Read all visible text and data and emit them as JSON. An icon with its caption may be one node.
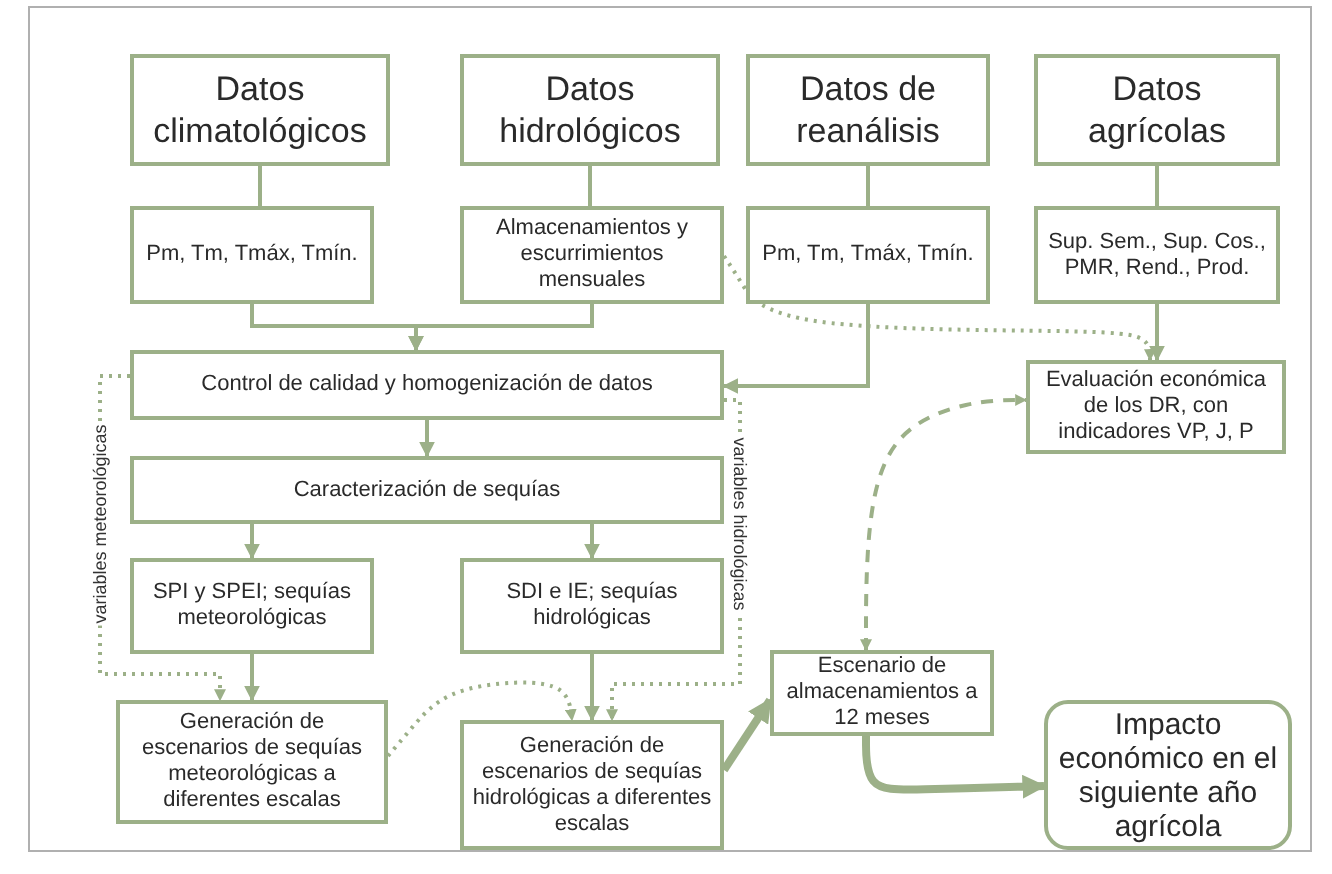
{
  "diagram": {
    "nodes": [
      {
        "text": [
          "Datos climatológicos"
        ]
      },
      {
        "text": [
          "Datos hidrológicos"
        ]
      },
      {
        "text": [
          "Datos de reanálisis"
        ]
      },
      {
        "text": [
          "Datos agrícolas"
        ]
      },
      {
        "text": [
          "Pm, Tm, Tmáx, Tmín."
        ]
      },
      {
        "text": [
          "Almacenamientos y escurrimientos mensuales"
        ]
      },
      {
        "text": [
          "Pm, Tm, Tmáx, Tmín."
        ]
      },
      {
        "text": [
          "Sup. Sem., Sup. Cos., PMR, Rend., Prod."
        ]
      },
      {
        "text": [
          "Control de calidad y homogenización de datos"
        ]
      },
      {
        "text": [
          "Evaluación económica de los DR, con indicadores VP, J, P"
        ]
      },
      {
        "text": [
          "Caracterización de sequías"
        ]
      },
      {
        "text": [
          "SPI y SPEI; sequías meteorológicas"
        ]
      },
      {
        "text": [
          "SDI e IE; sequías hidrológicas"
        ]
      },
      {
        "text": [
          "Generación de escenarios de sequías meteorológicas a diferentes escalas"
        ]
      },
      {
        "text": [
          "Generación de escenarios de sequías hidrológicas a diferentes escalas"
        ]
      },
      {
        "text": [
          "Escenario de almacenamientos a 12 meses"
        ]
      },
      {
        "text": [
          "Impacto económico en el siguiente año agrícola"
        ]
      }
    ],
    "edges": [
      {
        "from": 0,
        "to": 4,
        "arrow": "none"
      },
      {
        "from": 1,
        "to": 5,
        "arrow": "none"
      },
      {
        "from": 2,
        "to": 6,
        "arrow": "none"
      },
      {
        "from": 3,
        "to": 7,
        "arrow": "none"
      },
      {
        "from": 4,
        "to": 8,
        "arrow": "to"
      },
      {
        "from": 5,
        "to": 8,
        "arrow": "to"
      },
      {
        "from": 6,
        "to": 8,
        "arrow": "to"
      },
      {
        "from": 7,
        "to": 9,
        "arrow": "to"
      },
      {
        "from": 5,
        "to": 9,
        "arrow": "to",
        "style": "dashed"
      },
      {
        "from": 8,
        "to": 10,
        "arrow": "to"
      },
      {
        "from": 10,
        "to": 11,
        "arrow": "to"
      },
      {
        "from": 10,
        "to": 12,
        "arrow": "to"
      },
      {
        "from": 11,
        "to": 13,
        "arrow": "to"
      },
      {
        "from": 12,
        "to": 14,
        "arrow": "to"
      },
      {
        "from": 8,
        "to": 13,
        "arrow": "to",
        "style": "dashed",
        "label": "variables meteorológicas"
      },
      {
        "from": 8,
        "to": 14,
        "arrow": "to",
        "style": "dashed",
        "label": "variables hidrológicas"
      },
      {
        "from": 13,
        "to": 14,
        "arrow": "to",
        "style": "dashed"
      },
      {
        "from": 14,
        "to": 15,
        "arrow": "to",
        "style": "thick"
      },
      {
        "from": 15,
        "to": 9,
        "arrow": "both",
        "style": "dashed"
      },
      {
        "from": 15,
        "to": 16,
        "arrow": "to",
        "style": "thick"
      }
    ]
  }
}
